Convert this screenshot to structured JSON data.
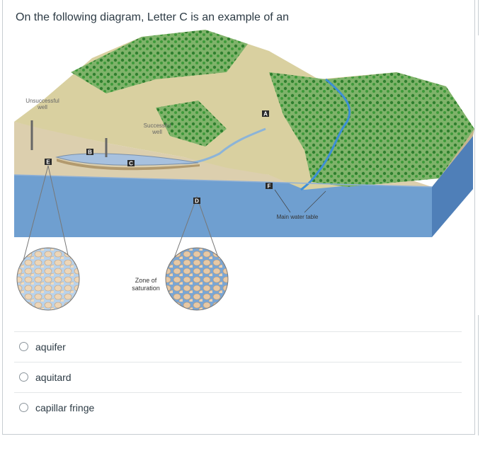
{
  "question": {
    "text": "On the following diagram, Letter C is an example of an"
  },
  "diagram": {
    "labels": {
      "unsuccessful_well": "Unsuccessful well",
      "unsuccessful_line1": "Unsuccessful",
      "unsuccessful_line2": "well",
      "successful_line1": "Successful",
      "successful_line2": "well",
      "main_water_table": "Main water table",
      "zone_line1": "Zone of",
      "zone_line2": "saturation"
    },
    "markers": [
      "A",
      "B",
      "C",
      "D",
      "E",
      "F"
    ],
    "colors": {
      "water": "#6f9fd0",
      "water_dark": "#4f7fb8",
      "land": "#dcd3a8",
      "forest": "#3d8f3a",
      "soil": "#d9c9a8",
      "stream": "#3d8fd6"
    }
  },
  "answers": [
    {
      "label": "aquifer",
      "selected": false
    },
    {
      "label": "aquitard",
      "selected": false
    },
    {
      "label": "capillar fringe",
      "selected": false
    }
  ]
}
